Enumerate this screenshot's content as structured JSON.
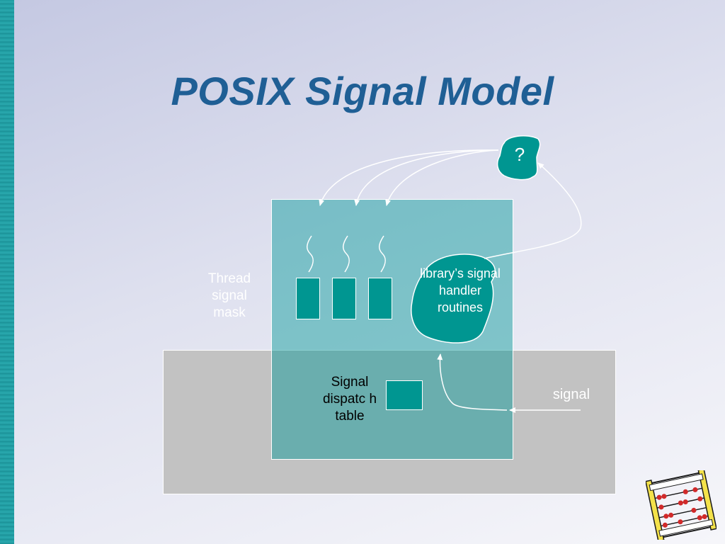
{
  "title": "POSIX Signal Model",
  "labels": {
    "thread_signal_mask": "Thread signal mask",
    "signal_dispatch_table": "Signal dispatc h table",
    "library_signal_handler": "library’s signal handler routines",
    "signal": "signal",
    "unknown": "?"
  },
  "colors": {
    "title": "#1f5f95",
    "accent_teal": "#009691",
    "process_fill": "#66b8bb",
    "kernel_fill": "#c2c2c2",
    "stripe": "#1e9aa0"
  },
  "icons": {
    "corner_clipart": "abacus-icon"
  }
}
